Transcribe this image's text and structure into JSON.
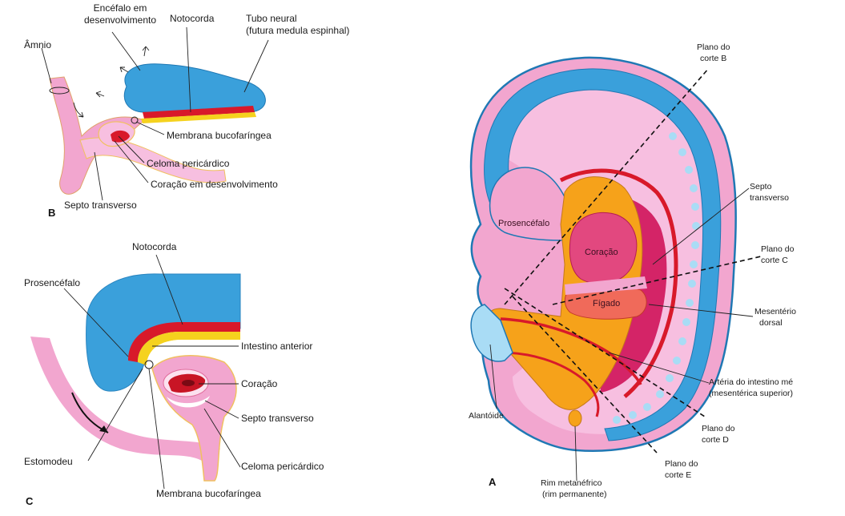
{
  "panel_b": {
    "letter": "B",
    "labels": {
      "encefalo_l1": "Encéfalo em",
      "encefalo_l2": "desenvolvimento",
      "notocorda": "Notocorda",
      "tubo_l1": "Tubo neural",
      "tubo_l2": "(futura medula espinhal)",
      "amnio": "Âmnio",
      "membrana": "Membrana bucofaríngea",
      "celoma": "Celoma pericárdico",
      "coracao": "Coração em desenvolvimento",
      "septo": "Septo transverso"
    }
  },
  "panel_c": {
    "letter": "C",
    "labels": {
      "notocorda": "Notocorda",
      "prosencefalo": "Prosencéfalo",
      "intestino": "Intestino anterior",
      "coracao": "Coração",
      "septo": "Septo transverso",
      "estomodeu": "Estomodeu",
      "celoma": "Celoma pericárdico",
      "membrana": "Membrana bucofaríngea"
    }
  },
  "panel_a": {
    "letter": "A",
    "labels": {
      "plano_b_l1": "Plano do",
      "plano_b_l2": "corte B",
      "septo_l1": "Septo",
      "septo_l2": "transverso",
      "plano_c_l1": "Plano do",
      "plano_c_l2": "corte C",
      "mesenterio_l1": "Mesentério",
      "mesenterio_l2": "dorsal",
      "arteria_l1": "Artéria do intestino mé",
      "arteria_l2": "(mesentérica superior)",
      "plano_d_l1": "Plano do",
      "plano_d_l2": "corte D",
      "plano_e_l1": "Plano do",
      "plano_e_l2": "corte E",
      "alantoide": "Alantóide",
      "rim_l1": "Rim metanéfrico",
      "rim_l2": "(rim permanente)",
      "prosencefalo": "Prosencéfalo",
      "coracao": "Coração",
      "figado": "Fígado"
    }
  },
  "colors": {
    "neural_blue": "#3aa0db",
    "pink": "#f2a6cf",
    "red": "#d8192a",
    "yellow": "#f5d21e",
    "orange": "#f6a21a",
    "magenta": "#d42467"
  }
}
